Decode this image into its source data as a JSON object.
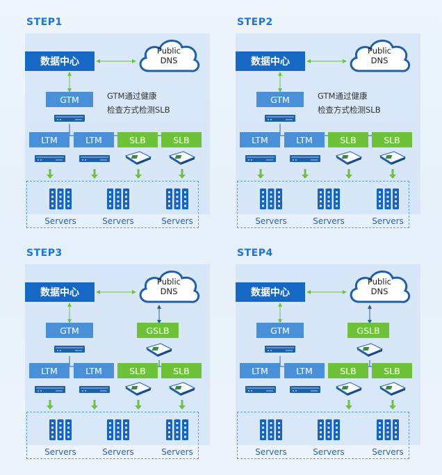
{
  "steps": [
    {
      "title": "STEP1",
      "datacenter": "数据中心",
      "cloud": {
        "line1": "Public",
        "line2": "DNS"
      },
      "gtm": "GTM",
      "gslb": "",
      "note": "GTM通过健康\n检查方式检测SLB",
      "nodes": [
        "LTM",
        "LTM",
        "SLB",
        "SLB"
      ],
      "servers": [
        "Servers",
        "Servers",
        "Servers"
      ]
    },
    {
      "title": "STEP2",
      "datacenter": "数据中心",
      "cloud": {
        "line1": "Public",
        "line2": "DNS"
      },
      "gtm": "GTM",
      "gslb": "",
      "note": "GTM通过健康\n检查方式检测SLB",
      "nodes": [
        "LTM",
        "LTM",
        "SLB",
        "SLB"
      ],
      "servers": [
        "Servers",
        "Servers",
        "Servers"
      ]
    },
    {
      "title": "STEP3",
      "datacenter": "数据中心",
      "cloud": {
        "line1": "Public",
        "line2": "DNS"
      },
      "gtm": "GTM",
      "gslb": "GSLB",
      "note": "",
      "nodes": [
        "LTM",
        "LTM",
        "SLB",
        "SLB"
      ],
      "servers": [
        "Servers",
        "Servers",
        "Servers"
      ]
    },
    {
      "title": "STEP4",
      "datacenter": "数据中心",
      "cloud": {
        "line1": "Public",
        "line2": "DNS"
      },
      "gtm": "GTM",
      "gslb": "GSLB",
      "note": "",
      "nodes": [
        "LTM",
        "LTM",
        "SLB",
        "SLB"
      ],
      "servers": [
        "Servers",
        "Servers",
        "Servers"
      ]
    }
  ],
  "colors": {
    "title": "#1976d2",
    "datacenter": "#1768c4",
    "blue_box": "#4a90d9",
    "green_box": "#6ec23a",
    "server": "#1565c0"
  }
}
